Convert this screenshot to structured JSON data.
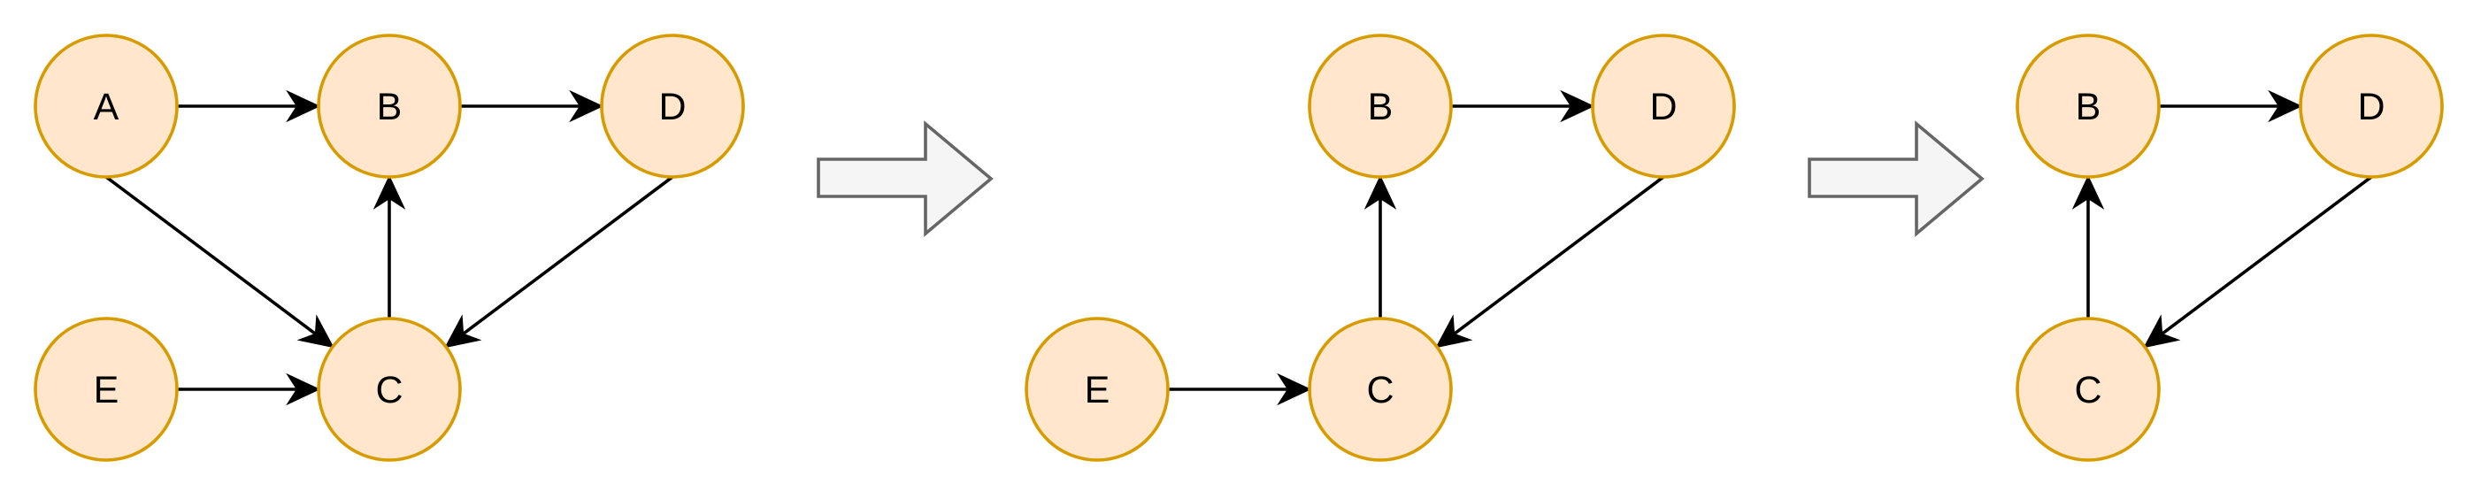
{
  "graphs": [
    {
      "nodes": [
        "A",
        "B",
        "D",
        "E",
        "C"
      ],
      "edges": [
        [
          "A",
          "B"
        ],
        [
          "B",
          "D"
        ],
        [
          "A",
          "C"
        ],
        [
          "C",
          "B"
        ],
        [
          "D",
          "C"
        ],
        [
          "E",
          "C"
        ]
      ]
    },
    {
      "nodes": [
        "B",
        "D",
        "E",
        "C"
      ],
      "edges": [
        [
          "B",
          "D"
        ],
        [
          "C",
          "B"
        ],
        [
          "D",
          "C"
        ],
        [
          "E",
          "C"
        ]
      ]
    },
    {
      "nodes": [
        "B",
        "D",
        "C"
      ],
      "edges": [
        [
          "B",
          "D"
        ],
        [
          "C",
          "B"
        ],
        [
          "D",
          "C"
        ]
      ]
    }
  ],
  "transitions": 2,
  "colors": {
    "node_fill": "#ffe6cc",
    "node_stroke": "#d79b00",
    "edge": "#000000",
    "step_arrow_fill": "#f5f5f5",
    "step_arrow_stroke": "#666666"
  }
}
